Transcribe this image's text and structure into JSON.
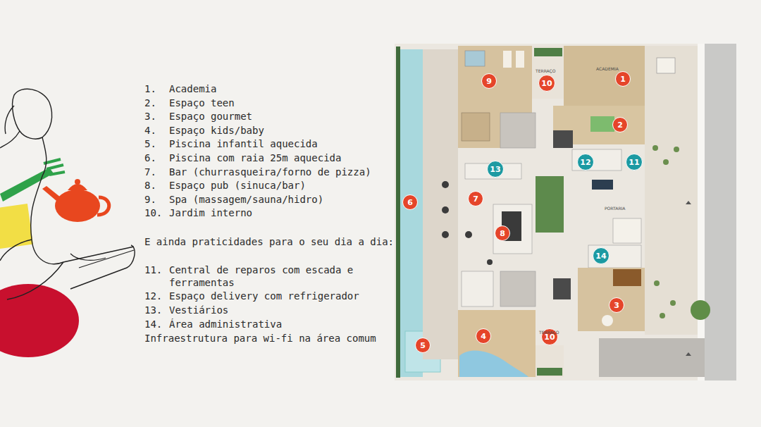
{
  "diagram": {
    "nodes": [
      {
        "text": [
          "9"
        ]
      },
      {
        "text": [
          "10"
        ]
      },
      {
        "text": [
          "1"
        ]
      },
      {
        "text": [
          "2"
        ]
      },
      {
        "text": [
          "13"
        ]
      },
      {
        "text": [
          "12"
        ]
      },
      {
        "text": [
          "11"
        ]
      },
      {
        "text": [
          "6"
        ]
      },
      {
        "text": [
          "7"
        ]
      },
      {
        "text": [
          "8"
        ]
      },
      {
        "text": [
          "14"
        ]
      },
      {
        "text": [
          "3"
        ]
      },
      {
        "text": [
          "4"
        ]
      },
      {
        "text": [
          "10"
        ]
      },
      {
        "text": [
          "5"
        ]
      }
    ],
    "labels": [
      "1.",
      "Academia",
      "2.",
      "Espaço teen",
      "3.",
      "Espaço gourmet",
      "4.",
      "Espaço kids/baby",
      "5.",
      "Piscina infantil aquecida",
      "6.",
      "Piscina com raia 25m aquecida",
      "7.",
      "Bar (churrasqueira/forno de pizza)",
      "8.",
      "Espaço pub (sinuca/bar)",
      "9.",
      "Spa (massagem/sauna/hidro)",
      "10.",
      "Jardim interno",
      "E ainda praticidades para o seu dia a dia:",
      "11.",
      "Central de reparos com escada e ferramentas",
      "12.",
      "Espaço delivery com refrigerador",
      "13.",
      "Vestiários",
      "14.",
      "Área administrativa",
      "Infraestrutura para wi-fi na área comum",
      "ACADEMIA",
      "TERRAÇO",
      "TERRAÇO",
      "PORTARIA"
    ]
  }
}
